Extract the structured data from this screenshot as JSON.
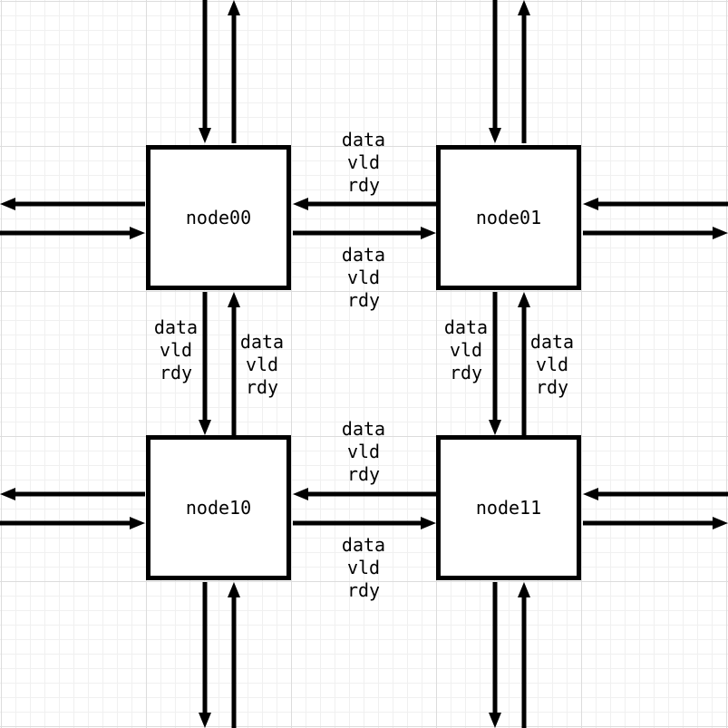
{
  "colors": {
    "line": "#000000",
    "background": "#ffffff",
    "grid": "#dcdcdc"
  },
  "nodes": {
    "n00": "node00",
    "n01": "node01",
    "n10": "node10",
    "n11": "node11"
  },
  "signal_group": {
    "data": "data",
    "vld": "vld",
    "rdy": "rdy"
  }
}
